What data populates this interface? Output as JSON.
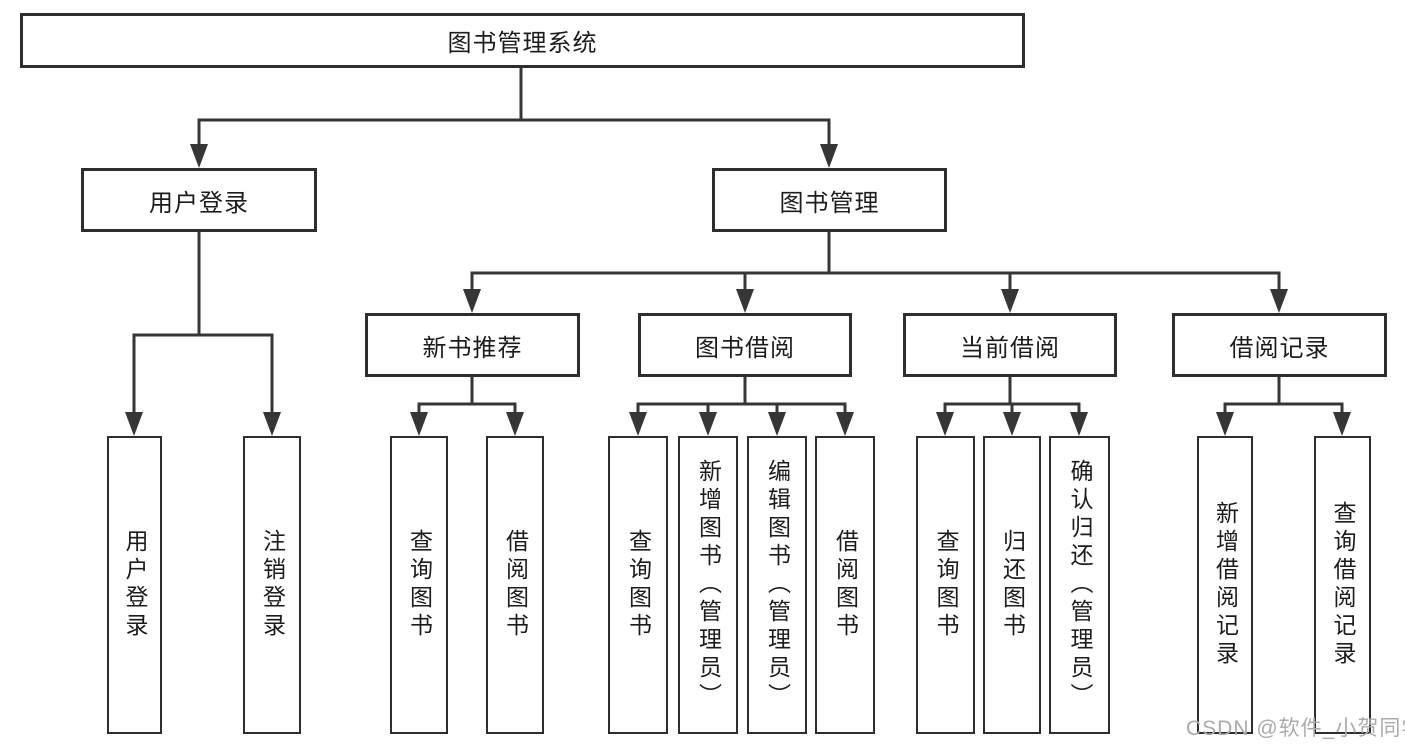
{
  "tree": {
    "root": {
      "label": "图书管理系统"
    },
    "branches": [
      {
        "label": "用户登录",
        "children": [
          {
            "label": "用户登录"
          },
          {
            "label": "注销登录"
          }
        ]
      },
      {
        "label": "图书管理",
        "children": [
          {
            "label": "新书推荐",
            "children": [
              {
                "label": "查询图书"
              },
              {
                "label": "借阅图书"
              }
            ]
          },
          {
            "label": "图书借阅",
            "children": [
              {
                "label": "查询图书"
              },
              {
                "label": "新增图书（管理员）"
              },
              {
                "label": "编辑图书（管理员）"
              },
              {
                "label": "借阅图书"
              }
            ]
          },
          {
            "label": "当前借阅",
            "children": [
              {
                "label": "查询图书"
              },
              {
                "label": "归还图书"
              },
              {
                "label": "确认归还（管理员）"
              }
            ]
          },
          {
            "label": "借阅记录",
            "children": [
              {
                "label": "新增借阅记录"
              },
              {
                "label": "查询借阅记录"
              }
            ]
          }
        ]
      }
    ]
  },
  "watermark": "CSDN @软件_小贺同学",
  "colors": {
    "line": "#363636",
    "box_border": "#2e2e2e",
    "text": "#1c1c1c",
    "watermark": "#ababab",
    "background": "#ffffff"
  }
}
